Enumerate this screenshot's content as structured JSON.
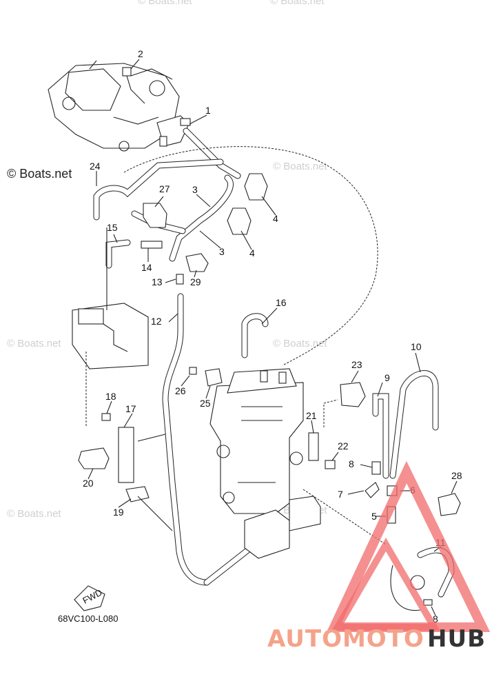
{
  "watermarks": [
    "© Boats.net",
    "© Boats.net",
    "© Boats.net",
    "© Boats.net",
    "© Boats.net",
    "© Boats.net",
    "© Boats.net"
  ],
  "main_watermark": "© Boats.net",
  "diagram_code": "68VC100-L080",
  "fwd_label": "FWD",
  "brand": {
    "part1": "AUTOMOTO",
    "part2": "HUB",
    "color1": "#f4a38a",
    "color2": "#333333",
    "logo_color": "#f26b6b"
  },
  "callouts": [
    "1",
    "2",
    "3",
    "3",
    "4",
    "4",
    "5",
    "6",
    "7",
    "8",
    "8",
    "9",
    "10",
    "11",
    "12",
    "13",
    "14",
    "15",
    "16",
    "17",
    "18",
    "19",
    "20",
    "21",
    "22",
    "23",
    "24",
    "25",
    "26",
    "27",
    "28",
    "29"
  ]
}
